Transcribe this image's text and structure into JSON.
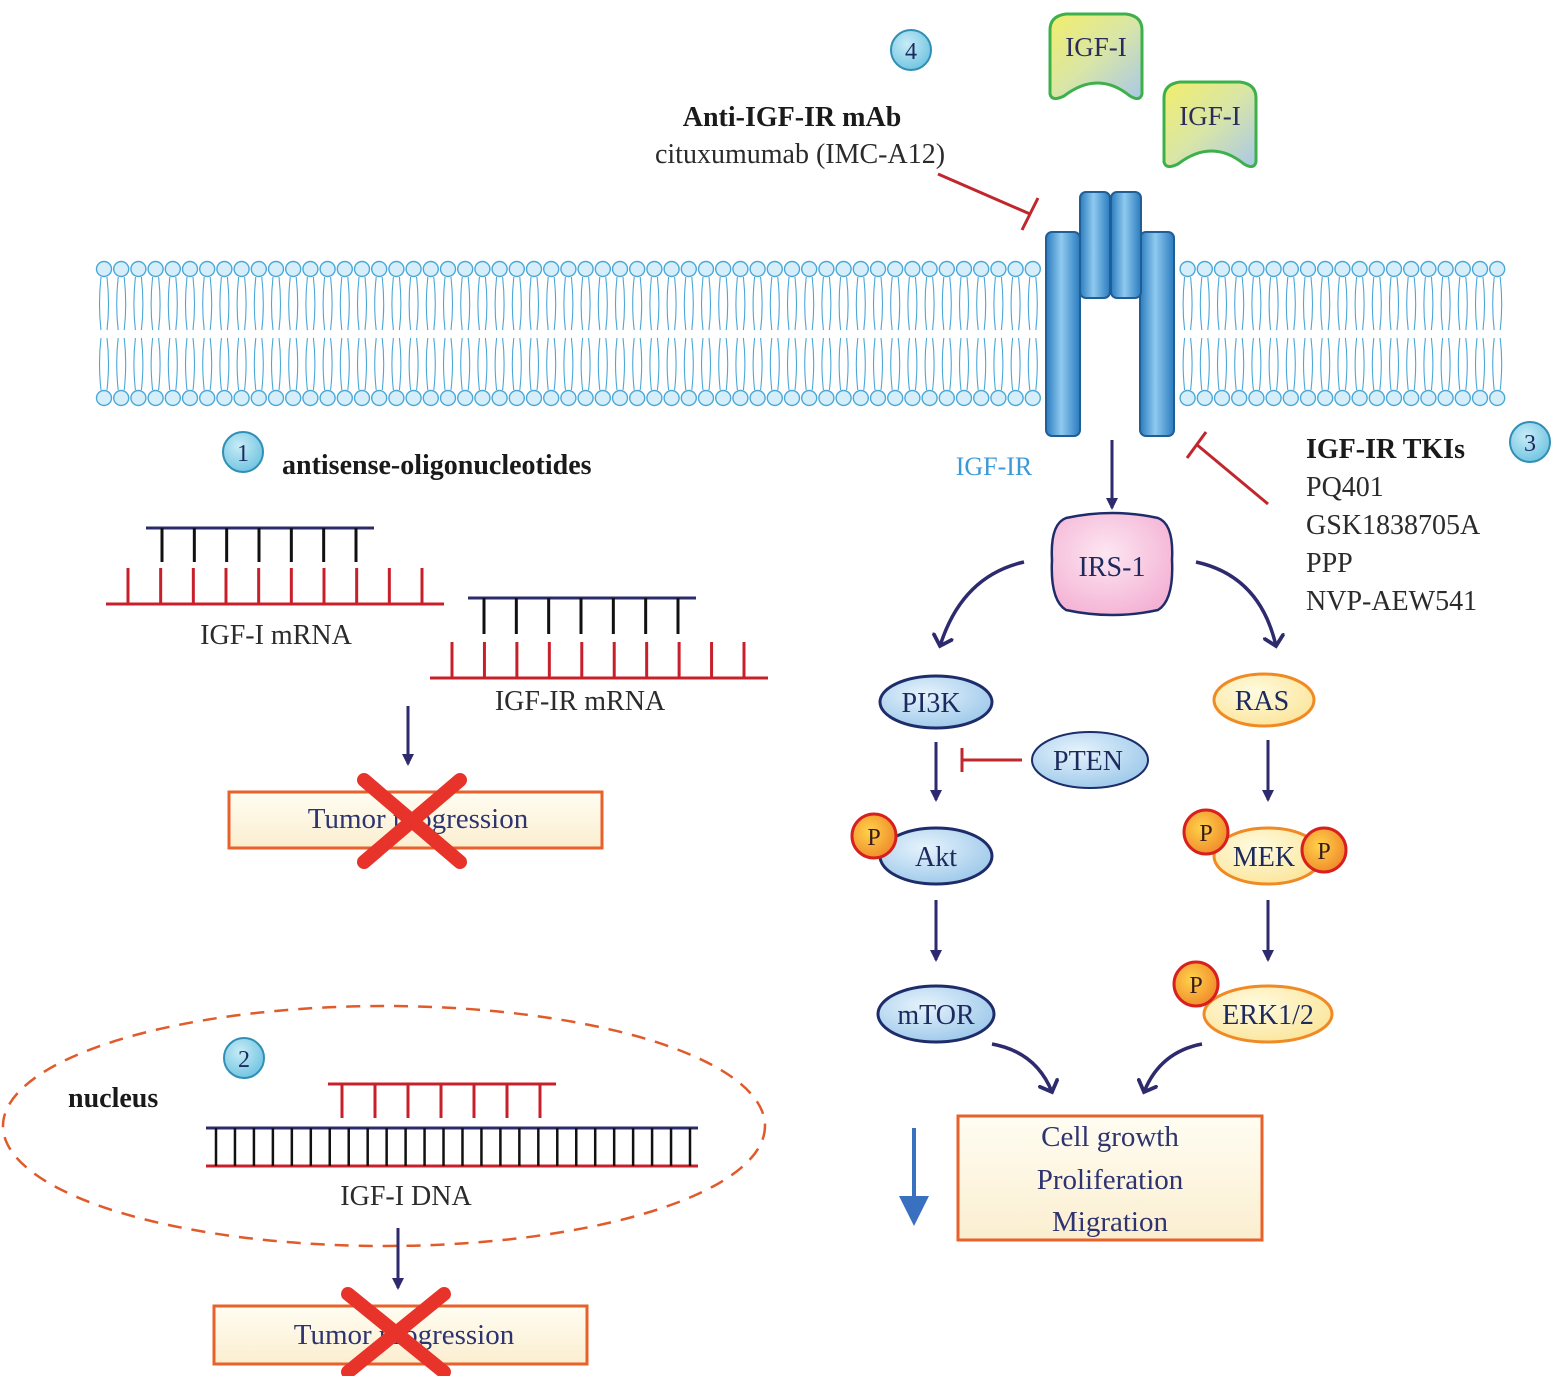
{
  "badges": {
    "b1": "1",
    "b2": "2",
    "b3": "3",
    "b4": "4"
  },
  "ligands": {
    "igf1_a": "IGF-I",
    "igf1_b": "IGF-I"
  },
  "receptor": {
    "label": "IGF-IR"
  },
  "antibody": {
    "title": "Anti-IGF-IR mAb",
    "drug": "cituxumumab (IMC-A12)"
  },
  "tki": {
    "title": "IGF-IR TKIs",
    "drugs": [
      "PQ401",
      "GSK1838705A",
      "PPP",
      "NVP-AEW541"
    ]
  },
  "antisense": {
    "title": "antisense-oligonucleotides",
    "mrna1": "IGF-I mRNA",
    "mrna2": "IGF-IR mRNA",
    "dna": "IGF-I DNA",
    "nucleus": "nucleus"
  },
  "outcomes": {
    "tumor1": "Tumor progression",
    "tumor2": "Tumor progression",
    "growth": [
      "Cell growth",
      "Proliferation",
      "Migration"
    ]
  },
  "nodes": {
    "irs1": "IRS-1",
    "pi3k": "PI3K",
    "pten": "PTEN",
    "akt": "Akt",
    "mtor": "mTOR",
    "ras": "RAS",
    "mek": "MEK",
    "erk": "ERK1/2"
  },
  "phospho": "P",
  "colors": {
    "membrane": "#4aa8d8",
    "inhibit": "#c0272d",
    "arrow": "#2e2a6e",
    "badge": "#7fcde4",
    "receptor": "#3a8dc8",
    "cross": "#e8332a",
    "dashed": "#e05a2a"
  }
}
